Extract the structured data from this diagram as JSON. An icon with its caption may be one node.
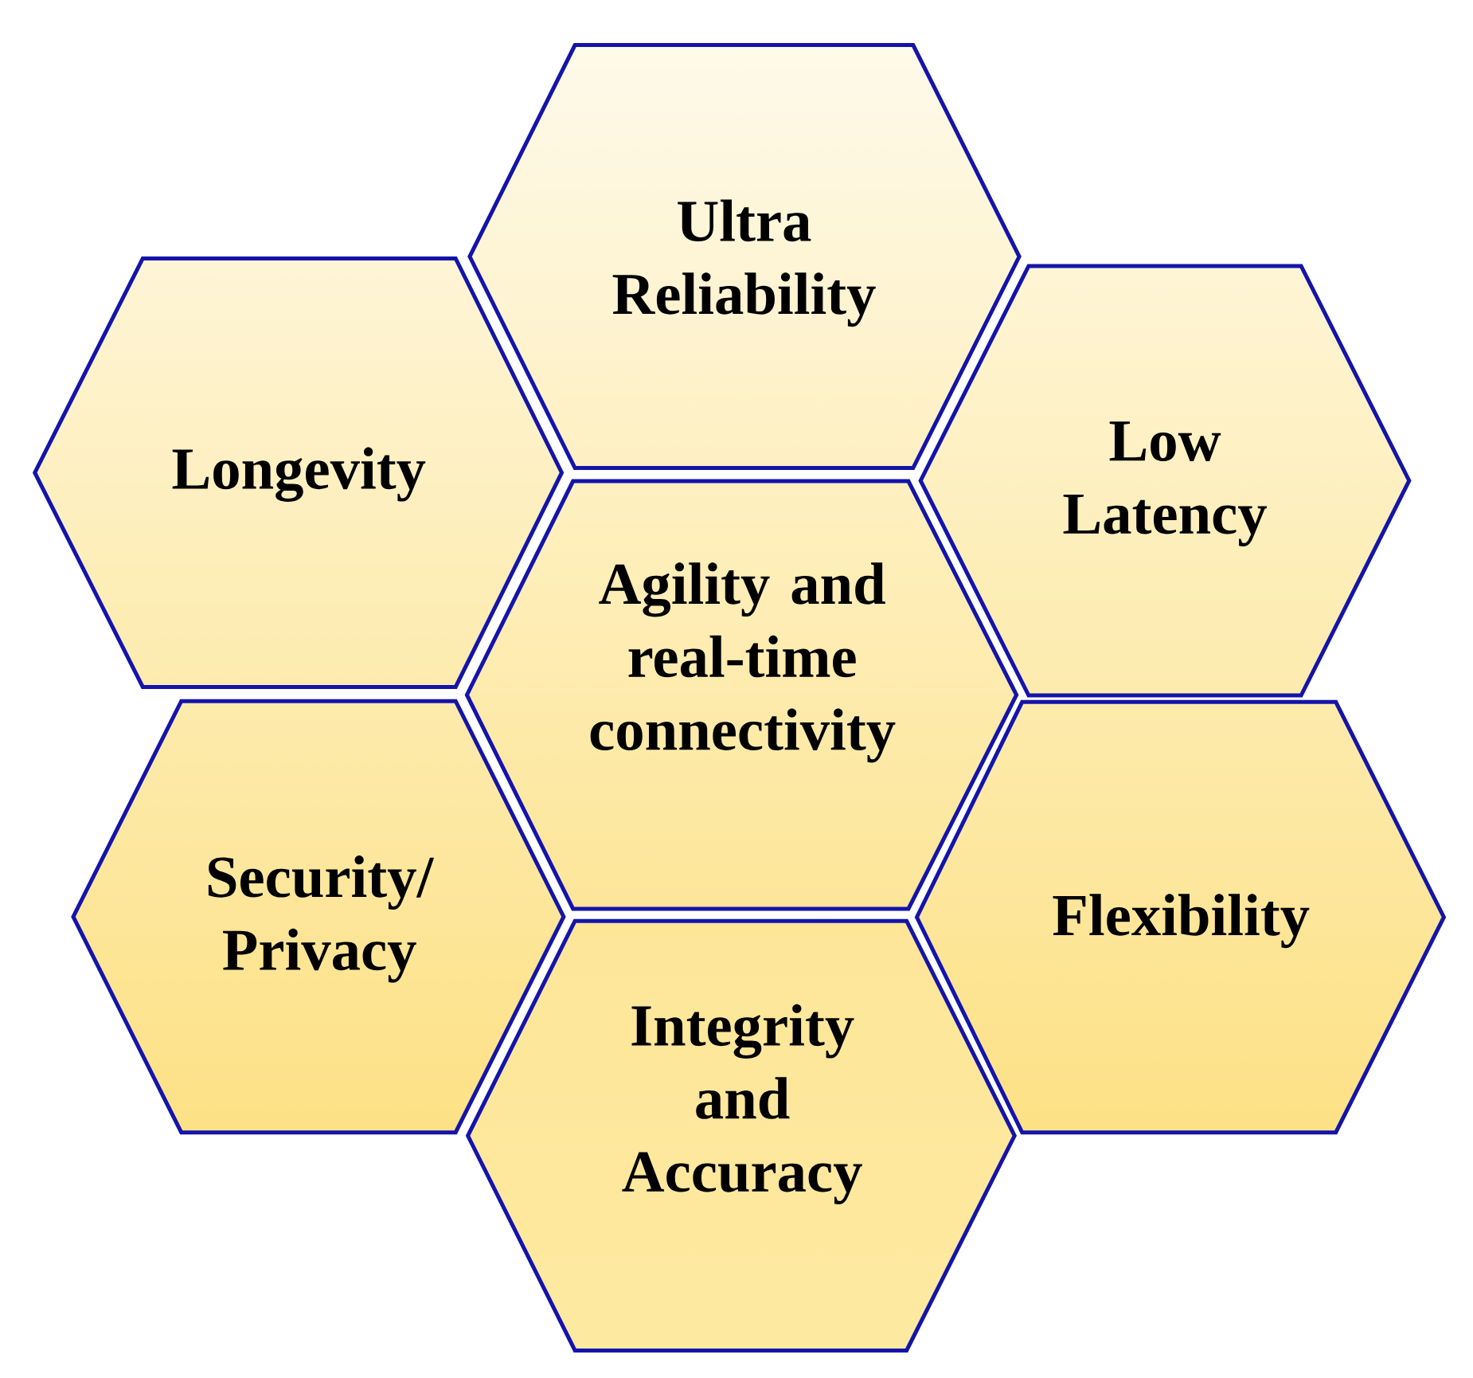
{
  "diagram": {
    "nodes": [
      {
        "text": [
          "Ultra Reliability"
        ]
      },
      {
        "text": [
          "Longevity"
        ]
      },
      {
        "text": [
          "Low Latency"
        ]
      },
      {
        "text": [
          "Agility and real-time connectivity"
        ]
      },
      {
        "text": [
          "Security/ Privacy"
        ]
      },
      {
        "text": [
          "Flexibility"
        ]
      },
      {
        "text": [
          "Integrity and Accuracy"
        ]
      }
    ]
  }
}
